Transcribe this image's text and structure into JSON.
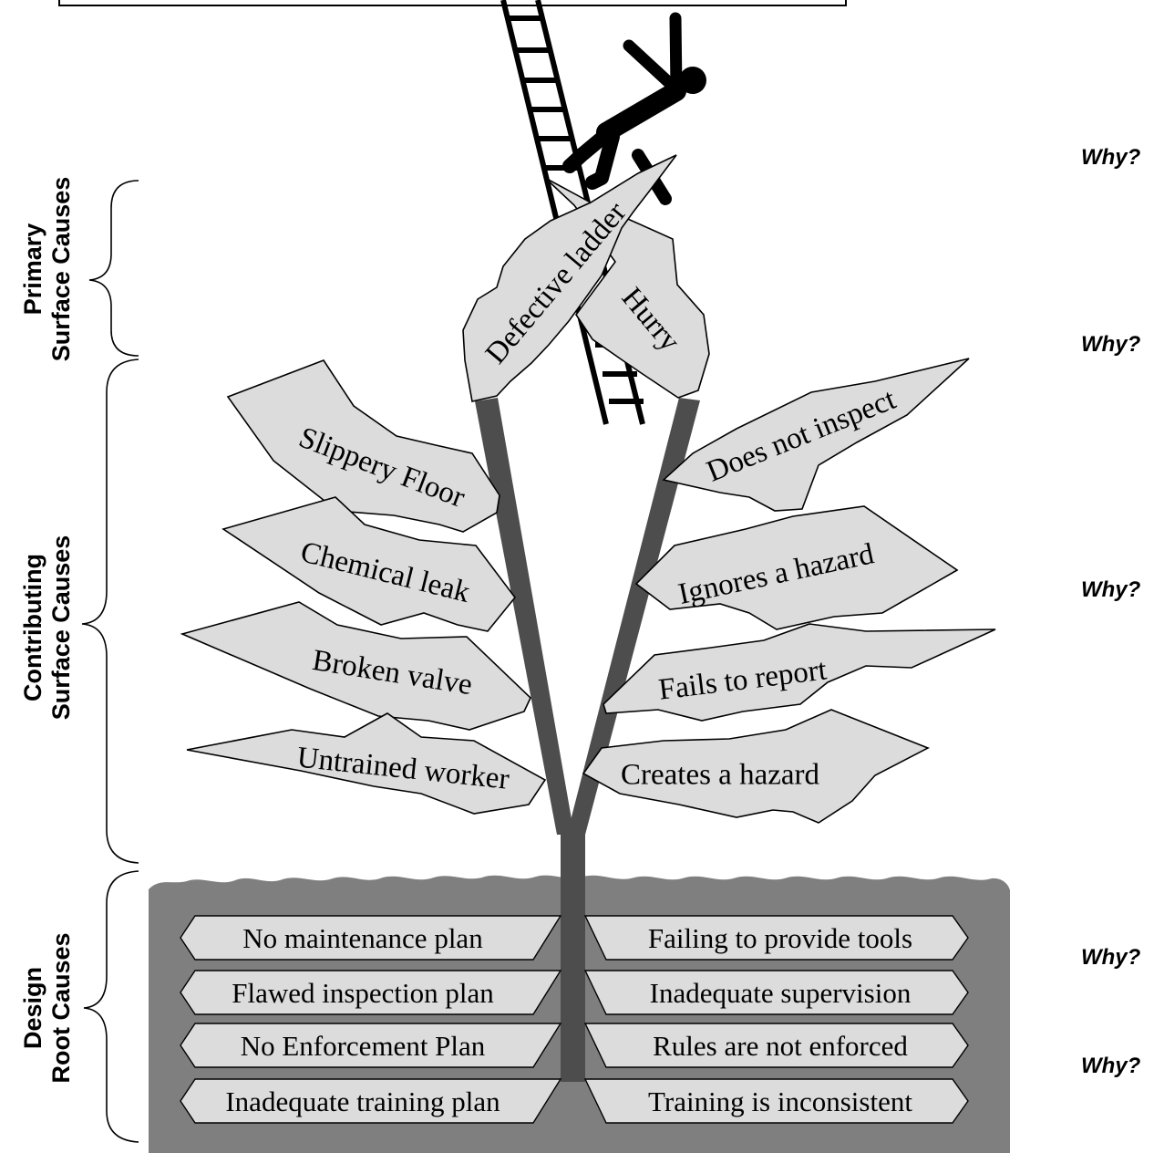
{
  "colors": {
    "ground": "#7f7f7f",
    "trunk": "#4d4d4d",
    "leaf_fill": "#dcdcdc",
    "outline": "#000000"
  },
  "icons": {
    "figure": "falling-person-icon",
    "ladder": "ladder-icon"
  },
  "side_labels": {
    "primary": [
      "Primary",
      "Surface Causes"
    ],
    "contributing": [
      "Contributing",
      "Surface Causes"
    ],
    "design": [
      "Design",
      "Root Causes"
    ]
  },
  "why_labels": [
    "Why?",
    "Why?",
    "Why?",
    "Why?",
    "Why?"
  ],
  "primary_causes": [
    "Defective ladder",
    "Hurry"
  ],
  "contributing_left": [
    "Slippery Floor",
    "Chemical leak",
    "Broken valve",
    "Untrained worker"
  ],
  "contributing_right": [
    "Does not inspect",
    "Ignores a hazard",
    "Fails to report",
    "Creates a hazard"
  ],
  "root_left": [
    "No maintenance plan",
    "Flawed  inspection plan",
    "No Enforcement Plan",
    "Inadequate training plan"
  ],
  "root_right": [
    "Failing to provide tools",
    "Inadequate supervision",
    "Rules are not enforced",
    "Training is inconsistent"
  ]
}
